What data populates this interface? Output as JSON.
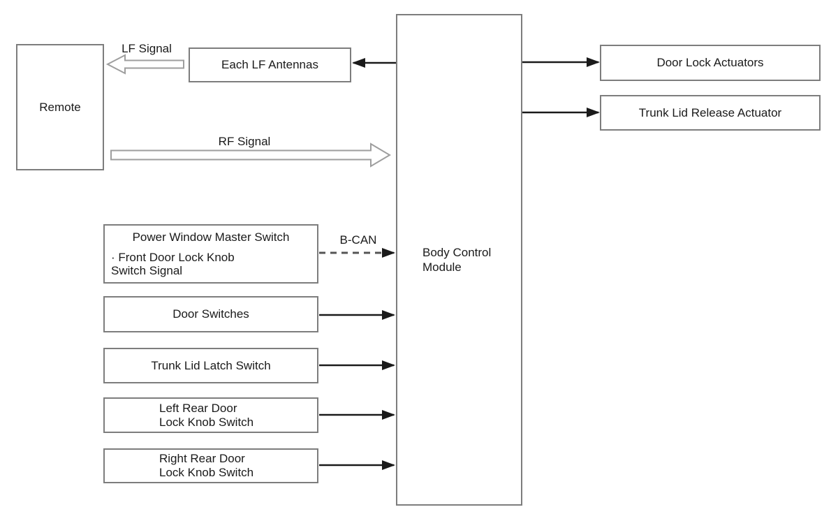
{
  "nodes": {
    "remote": {
      "label": "Remote"
    },
    "each_lf_antennas": {
      "label": "Each LF Antennas"
    },
    "body_control_module": {
      "lines": [
        "Body Control",
        "Module"
      ]
    },
    "door_lock_actuators": {
      "label": "Door Lock Actuators"
    },
    "trunk_lid_release_actuator": {
      "label": "Trunk Lid Release Actuator"
    },
    "power_window_master_switch": {
      "lines": [
        "Power Window Master Switch",
        "· Front Door Lock Knob",
        "Switch Signal"
      ]
    },
    "door_switches": {
      "label": "Door Switches"
    },
    "trunk_lid_latch_switch": {
      "label": "Trunk Lid Latch Switch"
    },
    "left_rear_door_lock_knob_switch": {
      "lines": [
        "Left Rear Door",
        "Lock Knob Switch"
      ]
    },
    "right_rear_door_lock_knob_switch": {
      "lines": [
        "Right Rear Door",
        "Lock Knob Switch"
      ]
    }
  },
  "signal_labels": {
    "lf_signal": "LF Signal",
    "rf_signal": "RF Signal",
    "b_can": "B-CAN"
  },
  "colors": {
    "background": "#ffffff",
    "box_border": "#7d7d7d",
    "text": "#1a1a1a",
    "solid_arrow": "#1a1a1a",
    "hollow_arrow_outline": "#9e9e9e",
    "dashed_line": "#555555"
  }
}
